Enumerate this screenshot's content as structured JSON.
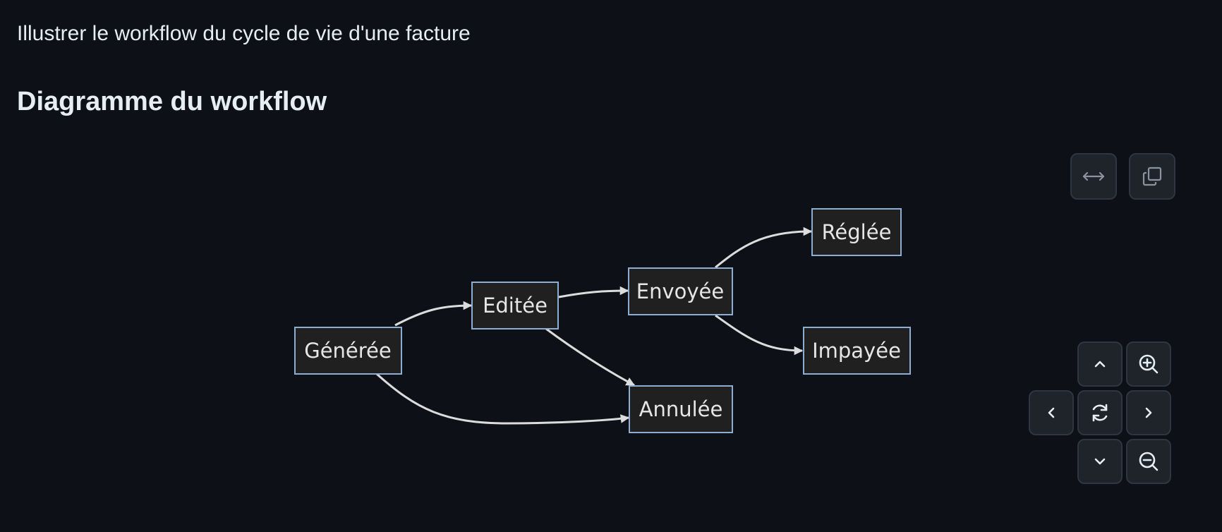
{
  "prompt": "Illustrer le workflow du cycle de vie d'une facture",
  "section": {
    "heading": "Diagramme du workflow"
  },
  "diagram": {
    "nodes": {
      "generee": "Générée",
      "editee": "Editée",
      "envoyee": "Envoyée",
      "reglee": "Réglée",
      "impayee": "Impayée",
      "annulee": "Annulée"
    },
    "edges": [
      {
        "from": "Générée",
        "to": "Editée"
      },
      {
        "from": "Générée",
        "to": "Annulée"
      },
      {
        "from": "Editée",
        "to": "Envoyée"
      },
      {
        "from": "Editée",
        "to": "Annulée"
      },
      {
        "from": "Envoyée",
        "to": "Réglée"
      },
      {
        "from": "Envoyée",
        "to": "Impayée"
      }
    ]
  },
  "toolbar": {
    "buttons": [
      "expand-horizontal-icon",
      "copy-icon"
    ]
  },
  "navigation": {
    "buttons": [
      "chevron-up-icon",
      "zoom-in-icon",
      "chevron-left-icon",
      "reset-icon",
      "chevron-right-icon",
      "chevron-down-icon",
      "zoom-out-icon"
    ]
  },
  "colors": {
    "background": "#0d1117",
    "node_fill": "#202020",
    "node_border": "#8caed2",
    "edge": "#dcdcdc",
    "button_bg": "#1f242b",
    "button_border": "#30363d"
  }
}
